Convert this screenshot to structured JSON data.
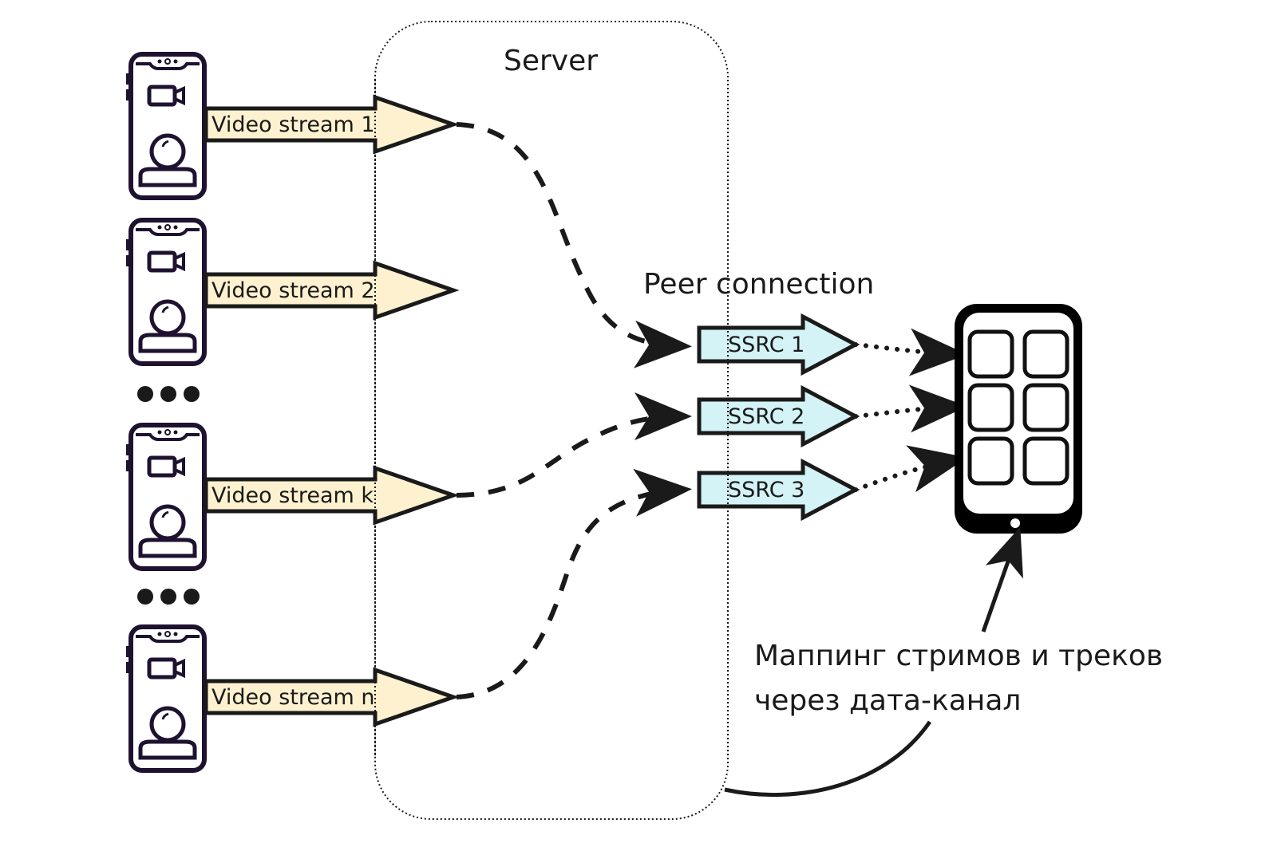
{
  "server": {
    "label": "Server"
  },
  "peer_connection": {
    "label": "Peer connection"
  },
  "streams": [
    {
      "label": "Video stream 1",
      "routed_to": "SSRC 1"
    },
    {
      "label": "Video stream 2",
      "routed_to": null
    },
    {
      "label": "Video stream k",
      "routed_to": "SSRC 2"
    },
    {
      "label": "Video stream n",
      "routed_to": "SSRC 3"
    }
  ],
  "ellipsis": "•••",
  "ssrc_tracks": [
    {
      "label": "SSRC 1"
    },
    {
      "label": "SSRC 2"
    },
    {
      "label": "SSRC 3"
    }
  ],
  "annotation": {
    "line1": "Маппинг стримов и треков",
    "line2": "через дата-канал"
  },
  "colors": {
    "stream_fill": "#fdf1cf",
    "ssrc_fill": "#d4f3f7",
    "device_stroke": "#1e1230",
    "line": "#1a1a1a"
  }
}
